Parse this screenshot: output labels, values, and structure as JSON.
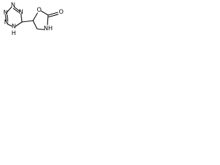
{
  "structure": {
    "ring_tetrazole": {
      "atoms": [
        "N",
        "N",
        "N",
        "N",
        "NH"
      ],
      "h_label": "H",
      "n_label": "N"
    },
    "ring_oxazolidinone": {
      "o_label": "O",
      "nh_label": "NH",
      "carbonyl_o_label": "O"
    }
  }
}
